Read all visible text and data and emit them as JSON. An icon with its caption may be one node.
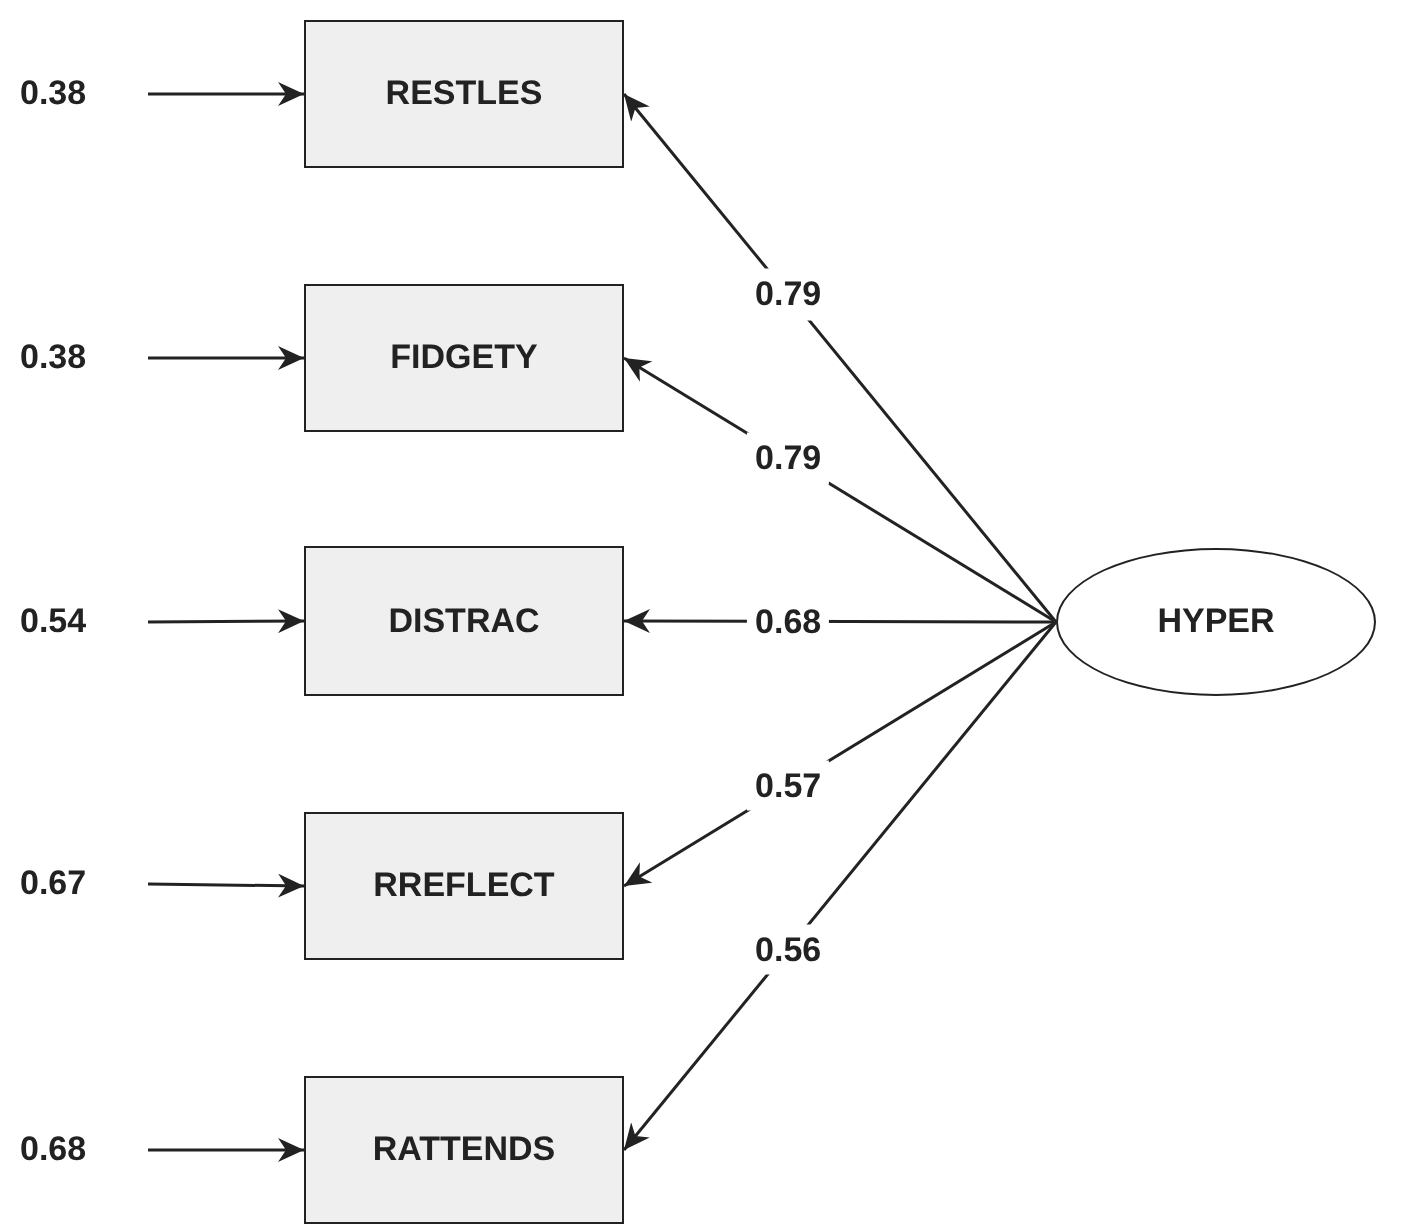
{
  "diagram": {
    "nodes": [
      {
        "text": [
          "0.38"
        ]
      },
      {
        "text": [
          "RESTLES"
        ]
      },
      {
        "text": [
          "0.38"
        ]
      },
      {
        "text": [
          "FIDGETY"
        ]
      },
      {
        "text": [
          "0.54"
        ]
      },
      {
        "text": [
          "DISTRAC"
        ]
      },
      {
        "text": [
          "HYPER"
        ]
      },
      {
        "text": [
          "0.67"
        ]
      },
      {
        "text": [
          "RREFLECT"
        ]
      },
      {
        "text": [
          "0.68"
        ]
      },
      {
        "text": [
          "RATTENDS"
        ]
      }
    ],
    "edges": [
      {
        "from": 0,
        "to": 1,
        "arrow": "to"
      },
      {
        "from": 2,
        "to": 3,
        "arrow": "to"
      },
      {
        "from": 4,
        "to": 5,
        "arrow": "to"
      },
      {
        "from": 7,
        "to": 8,
        "arrow": "to"
      },
      {
        "from": 9,
        "to": 10,
        "arrow": "to"
      },
      {
        "from": 6,
        "to": 1,
        "arrow": "to",
        "label": "0.79"
      },
      {
        "from": 6,
        "to": 3,
        "arrow": "to",
        "label": "0.79"
      },
      {
        "from": 6,
        "to": 5,
        "arrow": "to",
        "label": "0.68"
      },
      {
        "from": 6,
        "to": 8,
        "arrow": "to",
        "label": "0.57"
      },
      {
        "from": 6,
        "to": 10,
        "arrow": "to",
        "label": "0.56"
      }
    ]
  }
}
